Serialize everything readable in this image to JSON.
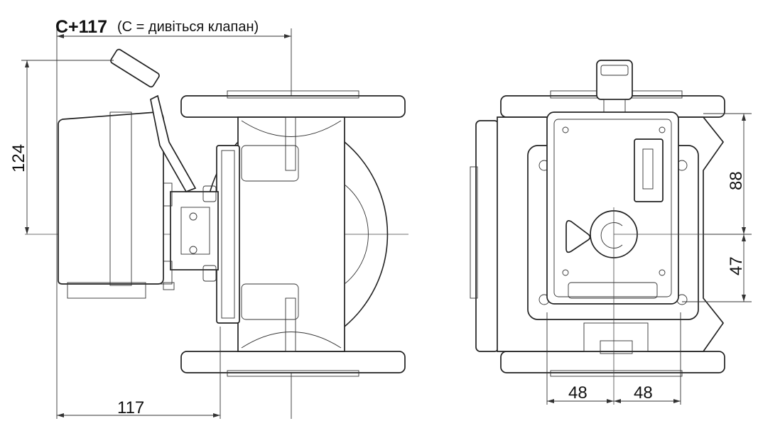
{
  "header": {
    "main": "C+117",
    "note": "(C = дивіться клапан)"
  },
  "dimensions": {
    "height_left": "124",
    "width_bottom": "117",
    "right_upper": "88",
    "right_lower": "47",
    "bottom_left": "48",
    "bottom_right": "48"
  },
  "colors": {
    "line": "#222222",
    "background": "#ffffff"
  },
  "icons": [
    "play-arrow-icon",
    "brand-logo-icon"
  ]
}
